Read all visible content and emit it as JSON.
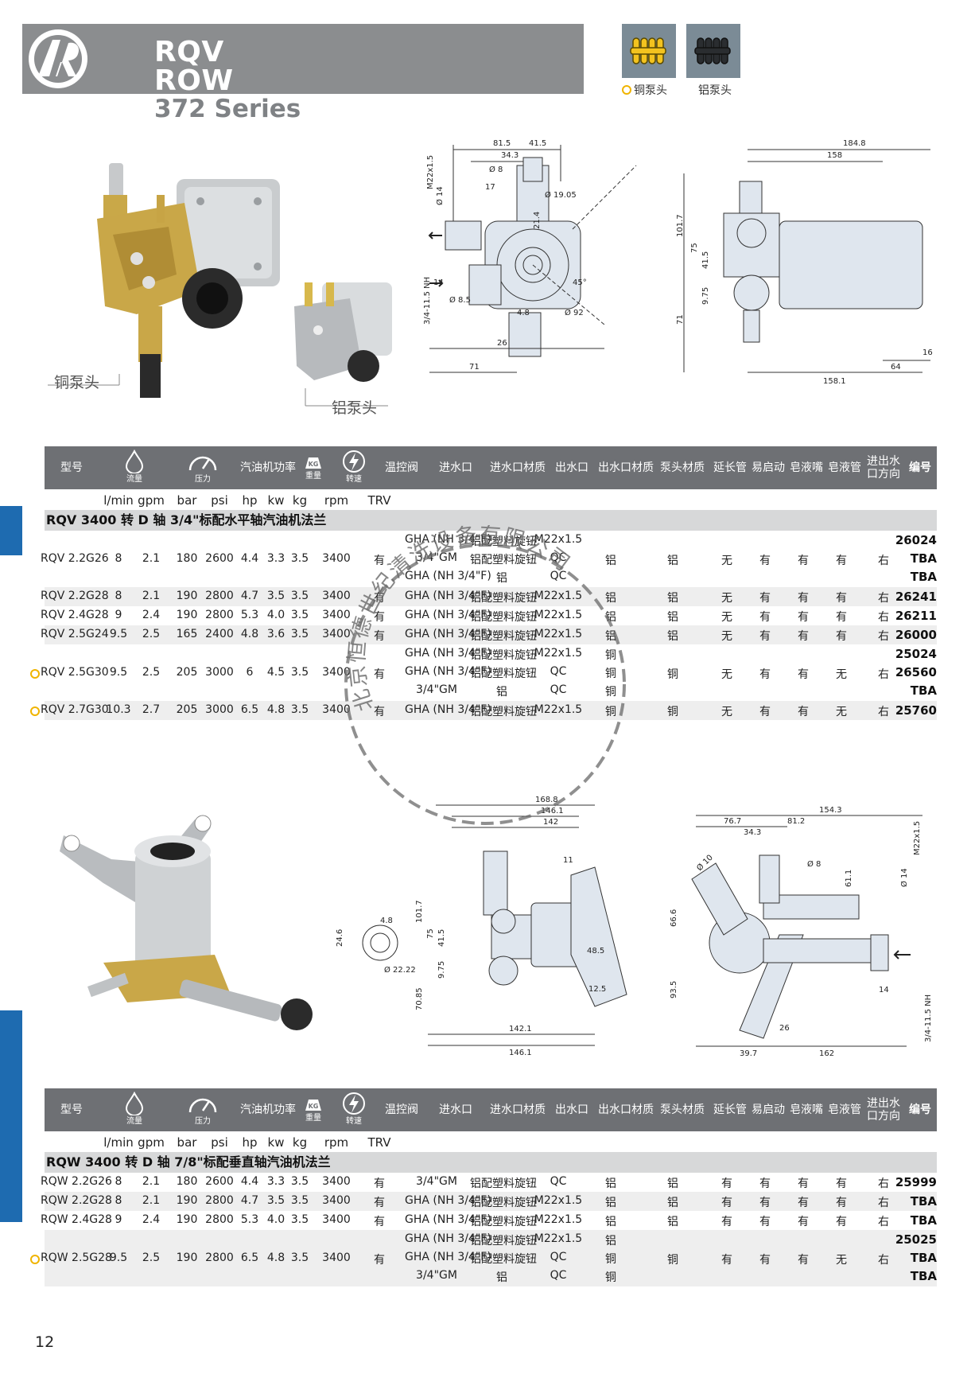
{
  "header": {
    "title_line1": "RQV",
    "title_line2": "ROW",
    "series": "372 Series",
    "logo_icon": "ar-logo-icon",
    "legend": [
      {
        "icon": "copper-pump-icon",
        "label": "铜泵头",
        "dot": true
      },
      {
        "icon": "aluminum-pump-icon",
        "label": "铝泵头",
        "dot": false
      }
    ]
  },
  "figure1": {
    "photo_labels": {
      "copper": "铜泵头",
      "aluminum": "铝泵头"
    },
    "front_view_dims": [
      "81.5",
      "41.5",
      "34.3",
      "Ø 8",
      "17",
      "M22x1.5",
      "Ø 14",
      "Ø 19.05",
      "21.4",
      "45°",
      "14",
      "Ø 8.5",
      "3/4-11.5 NH",
      "4.8",
      "Ø 92",
      "26",
      "71"
    ],
    "side_view_dims": [
      "184.8",
      "158",
      "101.7",
      "75",
      "41.5",
      "9.75",
      "71",
      "16",
      "64",
      "158.1"
    ]
  },
  "figure2": {
    "front_view_dims": [
      "168.8",
      "146.1",
      "142",
      "11",
      "101.7",
      "75",
      "41.5",
      "9.75",
      "70.85",
      "48.5",
      "12.5",
      "142.1",
      "146.1"
    ],
    "shaft_dims": [
      "24.6",
      "4.8",
      "Ø 22.22"
    ],
    "side_view_dims": [
      "154.3",
      "76.7",
      "81.2",
      "34.3",
      "Ø 10",
      "Ø 8",
      "61.1",
      "Ø 14",
      "M22x1.5",
      "66.6",
      "93.5",
      "14",
      "26",
      "3/4-11.5 NH",
      "39.7",
      "162"
    ]
  },
  "table_headers": {
    "model": "型号",
    "flow": "流量",
    "pressure": "压力",
    "power": "汽油机功率",
    "weight": "重量",
    "speed": "转速",
    "thermal_valve": "温控阀",
    "inlet": "进水口",
    "inlet_material": "进水口材质",
    "outlet": "出水口",
    "outlet_material": "出水口材质",
    "pump_material": "泵头材质",
    "extension": "延长管",
    "easy_start": "易启动",
    "soap_nozzle": "皂液嘴",
    "soap_hose": "皂液管",
    "inout_direction": "进出水口方向",
    "code": "编号",
    "kg_badge": "KG"
  },
  "units": [
    "l/min",
    "gpm",
    "bar",
    "psi",
    "hp",
    "kw",
    "kg",
    "rpm",
    "TRV"
  ],
  "table1": {
    "title": "RQV 3400 转 D 轴 3/4\"标配水平轴汽油机法兰",
    "rows": [
      {
        "model": "RQV 2.2G26",
        "lmin": "8",
        "gpm": "2.1",
        "bar": "180",
        "psi": "2600",
        "hp": "4.4",
        "kw": "3.3",
        "kg": "3.5",
        "rpm": "3400",
        "trv": "有",
        "variants": [
          {
            "inlet": "GHA (NH 3/4\"F)",
            "inlet_mat": "铝配塑料旋钮",
            "outlet": "M22x1.5",
            "code": "26024"
          },
          {
            "inlet": "3/4\"GM",
            "inlet_mat": "铝配塑料旋钮",
            "outlet": "QC",
            "code": "TBA"
          },
          {
            "inlet": "GHA (NH 3/4\"F)",
            "inlet_mat": "铝",
            "outlet": "QC",
            "code": "TBA"
          }
        ],
        "outlet_mat": "铝",
        "pump_mat": "铝",
        "extension": "无",
        "easy_start": "有",
        "soap_nozzle": "有",
        "soap_hose": "有",
        "direction": "右",
        "copper": false,
        "shaded": false
      },
      {
        "model": "RQV 2.2G28",
        "lmin": "8",
        "gpm": "2.1",
        "bar": "190",
        "psi": "2800",
        "hp": "4.7",
        "kw": "3.5",
        "kg": "3.5",
        "rpm": "3400",
        "trv": "有",
        "variants": [
          {
            "inlet": "GHA (NH 3/4\"F)",
            "inlet_mat": "铝配塑料旋钮",
            "outlet": "M22x1.5",
            "code": "26241"
          }
        ],
        "outlet_mat": "铝",
        "pump_mat": "铝",
        "extension": "无",
        "easy_start": "有",
        "soap_nozzle": "有",
        "soap_hose": "有",
        "direction": "右",
        "copper": false,
        "shaded": true
      },
      {
        "model": "RQV 2.4G28",
        "lmin": "9",
        "gpm": "2.4",
        "bar": "190",
        "psi": "2800",
        "hp": "5.3",
        "kw": "4.0",
        "kg": "3.5",
        "rpm": "3400",
        "trv": "有",
        "variants": [
          {
            "inlet": "GHA (NH 3/4\"F)",
            "inlet_mat": "铝配塑料旋钮",
            "outlet": "M22x1.5",
            "code": "26211"
          }
        ],
        "outlet_mat": "铝",
        "pump_mat": "铝",
        "extension": "无",
        "easy_start": "有",
        "soap_nozzle": "有",
        "soap_hose": "有",
        "direction": "右",
        "copper": false,
        "shaded": false
      },
      {
        "model": "RQV 2.5G24",
        "lmin": "9.5",
        "gpm": "2.5",
        "bar": "165",
        "psi": "2400",
        "hp": "4.8",
        "kw": "3.6",
        "kg": "3.5",
        "rpm": "3400",
        "trv": "有",
        "variants": [
          {
            "inlet": "GHA (NH 3/4\"F)",
            "inlet_mat": "铝配塑料旋钮",
            "outlet": "M22x1.5",
            "code": "26000"
          }
        ],
        "outlet_mat": "铝",
        "pump_mat": "铝",
        "extension": "无",
        "easy_start": "有",
        "soap_nozzle": "有",
        "soap_hose": "有",
        "direction": "右",
        "copper": false,
        "shaded": true
      },
      {
        "model": "RQV 2.5G30",
        "lmin": "9.5",
        "gpm": "2.5",
        "bar": "205",
        "psi": "3000",
        "hp": "6",
        "kw": "4.5",
        "kg": "3.5",
        "rpm": "3400",
        "trv": "有",
        "variants": [
          {
            "inlet": "GHA (NH 3/4\"F)",
            "inlet_mat": "铝配塑料旋钮",
            "outlet": "M22x1.5",
            "outlet_mat": "铜",
            "code": "25024"
          },
          {
            "inlet": "GHA (NH 3/4\"F)",
            "inlet_mat": "铝配塑料旋钮",
            "outlet": "QC",
            "outlet_mat": "铜",
            "code": "26560"
          },
          {
            "inlet": "3/4\"GM",
            "inlet_mat": "铝",
            "outlet": "QC",
            "outlet_mat": "铜",
            "code": "TBA"
          }
        ],
        "outlet_mat": "铜",
        "pump_mat": "铜",
        "extension": "无",
        "easy_start": "有",
        "soap_nozzle": "有",
        "soap_hose": "无",
        "direction": "右",
        "copper": true,
        "shaded": false
      },
      {
        "model": "RQV 2.7G30",
        "lmin": "10.3",
        "gpm": "2.7",
        "bar": "205",
        "psi": "3000",
        "hp": "6.5",
        "kw": "4.8",
        "kg": "3.5",
        "rpm": "3400",
        "trv": "有",
        "variants": [
          {
            "inlet": "GHA (NH 3/4\"F)",
            "inlet_mat": "铝配塑料旋钮",
            "outlet": "M22x1.5",
            "code": "25760"
          }
        ],
        "outlet_mat": "铜",
        "pump_mat": "铜",
        "extension": "无",
        "easy_start": "有",
        "soap_nozzle": "有",
        "soap_hose": "无",
        "direction": "右",
        "copper": true,
        "shaded": true
      }
    ]
  },
  "table2": {
    "title": "RQW 3400 转 D 轴 7/8\"标配垂直轴汽油机法兰",
    "rows": [
      {
        "model": "RQW 2.2G26",
        "lmin": "8",
        "gpm": "2.1",
        "bar": "180",
        "psi": "2600",
        "hp": "4.4",
        "kw": "3.3",
        "kg": "3.5",
        "rpm": "3400",
        "trv": "有",
        "variants": [
          {
            "inlet": "3/4\"GM",
            "inlet_mat": "铝配塑料旋钮",
            "outlet": "QC",
            "code": "25999"
          }
        ],
        "outlet_mat": "铝",
        "pump_mat": "铝",
        "extension": "有",
        "easy_start": "有",
        "soap_nozzle": "有",
        "soap_hose": "有",
        "direction": "右",
        "copper": false,
        "shaded": false
      },
      {
        "model": "RQW 2.2G28",
        "lmin": "8",
        "gpm": "2.1",
        "bar": "190",
        "psi": "2800",
        "hp": "4.7",
        "kw": "3.5",
        "kg": "3.5",
        "rpm": "3400",
        "trv": "有",
        "variants": [
          {
            "inlet": "GHA (NH 3/4\"F)",
            "inlet_mat": "铝配塑料旋钮",
            "outlet": "M22x1.5",
            "code": "TBA"
          }
        ],
        "outlet_mat": "铝",
        "pump_mat": "铝",
        "extension": "有",
        "easy_start": "有",
        "soap_nozzle": "有",
        "soap_hose": "有",
        "direction": "右",
        "copper": false,
        "shaded": true
      },
      {
        "model": "RQW 2.4G28",
        "lmin": "9",
        "gpm": "2.4",
        "bar": "190",
        "psi": "2800",
        "hp": "5.3",
        "kw": "4.0",
        "kg": "3.5",
        "rpm": "3400",
        "trv": "有",
        "variants": [
          {
            "inlet": "GHA (NH 3/4\"F)",
            "inlet_mat": "铝配塑料旋钮",
            "outlet": "M22x1.5",
            "code": "TBA"
          }
        ],
        "outlet_mat": "铝",
        "pump_mat": "铝",
        "extension": "有",
        "easy_start": "有",
        "soap_nozzle": "有",
        "soap_hose": "有",
        "direction": "右",
        "copper": false,
        "shaded": false
      },
      {
        "model": "RQW 2.5G28",
        "lmin": "9.5",
        "gpm": "2.5",
        "bar": "190",
        "psi": "2800",
        "hp": "6.5",
        "kw": "4.8",
        "kg": "3.5",
        "rpm": "3400",
        "trv": "有",
        "variants": [
          {
            "inlet": "GHA (NH 3/4\"F)",
            "inlet_mat": "铝配塑料旋钮",
            "outlet": "M22x1.5",
            "outlet_mat": "铝",
            "code": "25025"
          },
          {
            "inlet": "GHA (NH 3/4\"F)",
            "inlet_mat": "铝配塑料旋钮",
            "outlet": "QC",
            "outlet_mat": "铜",
            "code": "TBA"
          },
          {
            "inlet": "3/4\"GM",
            "inlet_mat": "铝",
            "outlet": "QC",
            "outlet_mat": "铜",
            "code": "TBA"
          }
        ],
        "outlet_mat": "铜",
        "pump_mat": "铜",
        "extension": "有",
        "easy_start": "有",
        "soap_nozzle": "有",
        "soap_hose": "无",
        "direction": "右",
        "copper": true,
        "shaded": true
      }
    ]
  },
  "stamp_text": "北京恒德世纪清洗设备有限公司",
  "page_number": "12",
  "colors": {
    "header_gray": "#8b8d8f",
    "table_header": "#6e7074",
    "section_bar": "#d7d8d9",
    "copper_dot": "#f0b400",
    "side_tab": "#1e6bb0"
  }
}
